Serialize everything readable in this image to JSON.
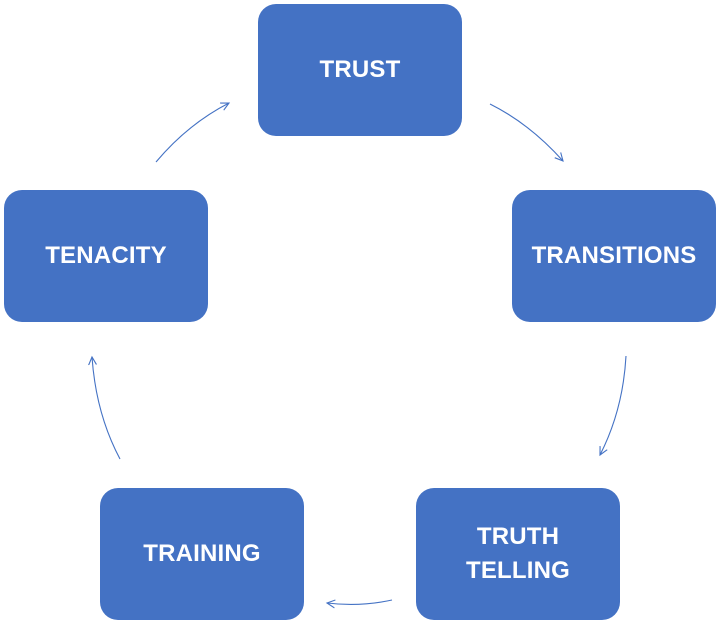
{
  "cycle": {
    "nodes": [
      {
        "label": "TRUST"
      },
      {
        "label": "TRANSITIONS"
      },
      {
        "label": "TRUTH\nTELLING"
      },
      {
        "label": "TRAINING"
      },
      {
        "label": "TENACITY"
      }
    ]
  },
  "colors": {
    "node_fill": "#4472c4",
    "node_text": "#ffffff",
    "arrow": "#4472c4",
    "background": "#ffffff"
  }
}
